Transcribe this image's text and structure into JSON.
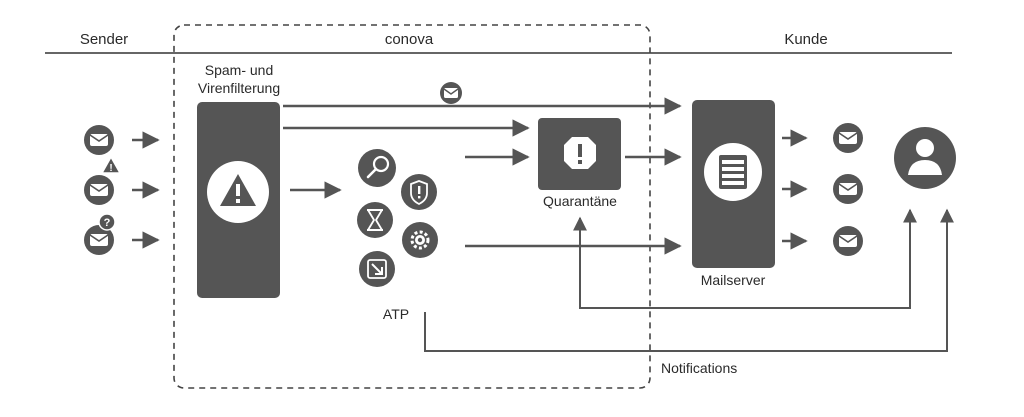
{
  "header": {
    "sender": "Sender",
    "provider": "conova",
    "customer": "Kunde"
  },
  "spam_filter": {
    "label_line1": "Spam- und",
    "label_line2": "Virenfilterung"
  },
  "quarantine": {
    "label": "Quarantäne"
  },
  "mailserver": {
    "label": "Mailserver"
  },
  "atp": {
    "label": "ATP"
  },
  "notifications": {
    "label": "Notifications"
  },
  "sender_marks": {
    "warning": "!",
    "question": "?"
  },
  "icons": {
    "incoming": [
      "mail-icon",
      "mail-warning-icon",
      "mail-question-icon"
    ],
    "spam_filter": "warning-triangle-icon",
    "atp": [
      "search-icon",
      "alert-shield-icon",
      "hourglass-icon",
      "gear-icon",
      "external-link-icon"
    ],
    "quarantine": "alert-octagon-icon",
    "mailserver": "server-icon",
    "delivered": [
      "mail-icon",
      "mail-icon",
      "mail-icon"
    ],
    "user": "user-icon"
  },
  "colors": {
    "box": "#555555",
    "arrow": "#555555",
    "frame": "#444444",
    "rule": "#333333",
    "icon_fg": "#ffffff"
  }
}
